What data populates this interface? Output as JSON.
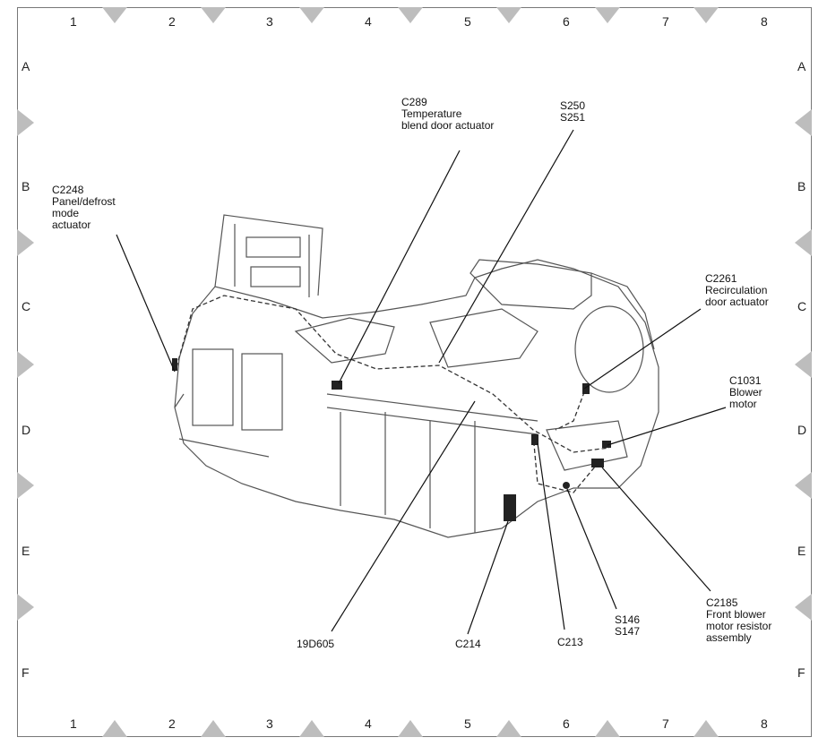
{
  "grid": {
    "columns": [
      "1",
      "2",
      "3",
      "4",
      "5",
      "6",
      "7",
      "8"
    ],
    "rows": [
      "A",
      "B",
      "C",
      "D",
      "E",
      "F"
    ]
  },
  "callouts": {
    "c289": "C289\nTemperature\nblend door actuator",
    "s250": "S250\nS251",
    "c2248": "C2248\nPanel/defrost\nmode\nactuator",
    "c2261": "C2261\nRecirculation\ndoor actuator",
    "c1031": "C1031\nBlower\nmotor",
    "c2185": "C2185\nFront blower\nmotor resistor\nassembly",
    "s146": "S146\nS147",
    "c213": "C213",
    "c214": "C214",
    "harness": "19D605"
  },
  "colors": {
    "marker": "#bdbdbd",
    "line": "#111111",
    "drawing": "#555555"
  }
}
